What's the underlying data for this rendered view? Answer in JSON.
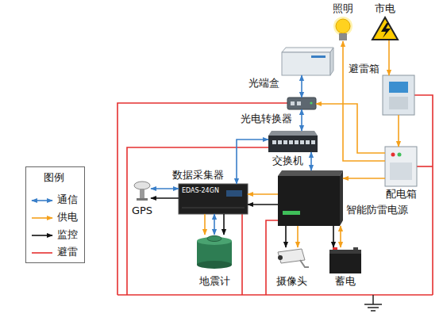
{
  "diagram": {
    "nodes": [
      {
        "text": [
          "照明"
        ]
      },
      {
        "text": [
          "市电"
        ]
      },
      {
        "text": [
          "光端盒"
        ]
      },
      {
        "text": [
          "避雷箱"
        ]
      },
      {
        "text": [
          "光电转换器"
        ]
      },
      {
        "text": [
          "配电箱"
        ]
      },
      {
        "text": [
          "交换机"
        ]
      },
      {
        "text": [
          "数据采集器"
        ]
      },
      {
        "text": [
          "GPS"
        ]
      },
      {
        "text": [
          "智能防雷电源"
        ]
      },
      {
        "text": [
          "地震计"
        ]
      },
      {
        "text": [
          "摄像头"
        ]
      },
      {
        "text": [
          "蓄电"
        ]
      }
    ],
    "edges": [
      {
        "from": 2,
        "to": 4,
        "arrow": "both"
      },
      {
        "from": 4,
        "to": 6,
        "arrow": "both"
      },
      {
        "from": 6,
        "to": 7,
        "arrow": "both"
      },
      {
        "from": 6,
        "to": 9,
        "arrow": "both"
      },
      {
        "from": 7,
        "to": 8,
        "arrow": "both"
      },
      {
        "from": 7,
        "to": 8,
        "arrow": "to"
      },
      {
        "from": 7,
        "to": 10,
        "arrow": "to"
      },
      {
        "from": 7,
        "to": 10,
        "arrow": "both"
      },
      {
        "from": 7,
        "to": 10,
        "arrow": "to"
      },
      {
        "from": 9,
        "to": 7,
        "arrow": "to"
      },
      {
        "from": 9,
        "to": 7,
        "arrow": "to"
      },
      {
        "from": 9,
        "to": 11,
        "arrow": "to"
      },
      {
        "from": 9,
        "to": 11,
        "arrow": "to"
      },
      {
        "from": 9,
        "to": 12,
        "arrow": "to"
      },
      {
        "from": 9,
        "to": 12,
        "arrow": "both"
      },
      {
        "from": 5,
        "to": 9,
        "arrow": "to"
      },
      {
        "from": 5,
        "to": 0,
        "arrow": "to"
      },
      {
        "from": 5,
        "to": 4,
        "arrow": "to"
      },
      {
        "from": 1,
        "to": 3,
        "arrow": "to"
      },
      {
        "from": 3,
        "to": 5,
        "arrow": "to"
      }
    ],
    "labels": [
      "图例",
      "EDAS-24GN"
    ],
    "legend": [
      {
        "text": "通信"
      },
      {
        "text": "供电"
      },
      {
        "text": "监控"
      },
      {
        "text": "避雷"
      }
    ]
  }
}
